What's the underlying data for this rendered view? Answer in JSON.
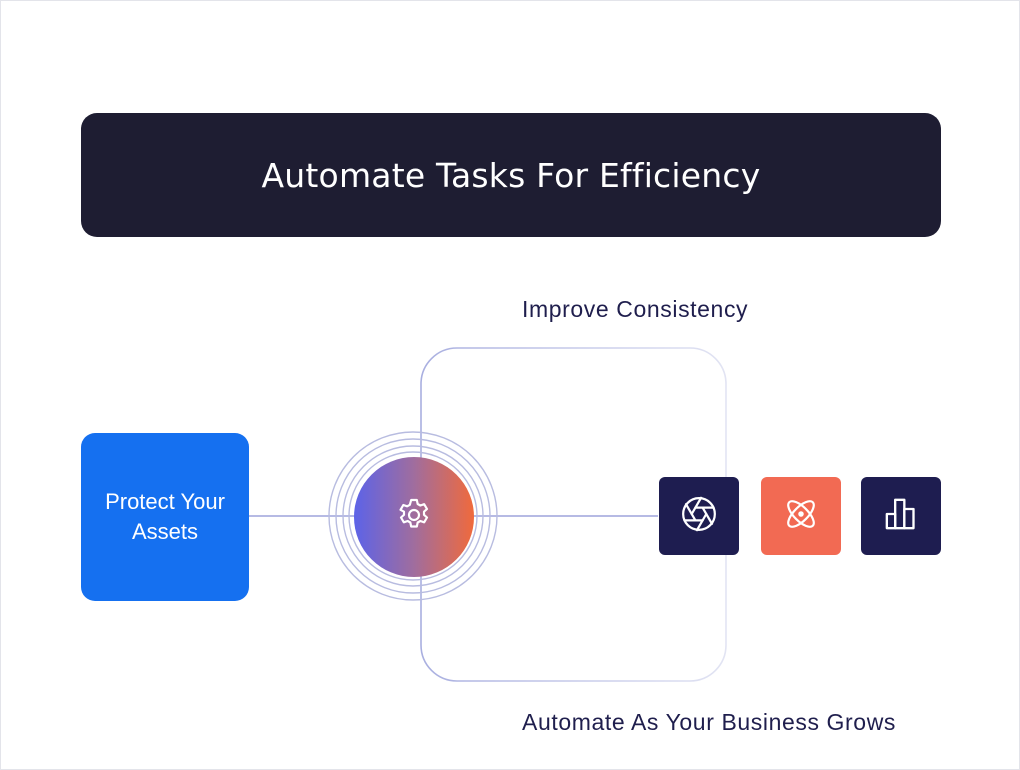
{
  "title": "Automate Tasks For Efficiency",
  "nodes": {
    "top_label": "Improve Consistency",
    "bottom_label": "Automate As Your Business Grows",
    "left_box": "Protect Your Assets"
  },
  "icons": {
    "hub": "gear-icon",
    "tile_1": "aperture-icon",
    "tile_2": "atom-icon",
    "tile_3": "bar-chart-icon"
  },
  "colors": {
    "title_bg": "#1e1d32",
    "left_box": "#1570f0",
    "hub_start": "#5c63e8",
    "hub_end": "#f06a3c",
    "tile_dark": "#1e1d50",
    "tile_accent": "#f26a53",
    "connector": "#9ea4dc",
    "label_text": "#1f1e4d"
  }
}
